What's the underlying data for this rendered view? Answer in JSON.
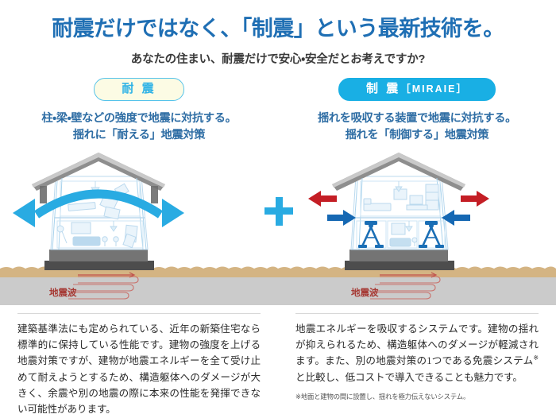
{
  "header": {
    "main_title": "耐震だけではなく、「制震」という最新技術を。",
    "sub_title": "あなたの住まい、耐震だけで安心・安全だとお考えですか?"
  },
  "columns": [
    {
      "badge_label": "耐 震",
      "badge_suffix": "",
      "lead_line1": "柱・梁・壁などの強度で地震に対抗する。",
      "lead_line2": "揺れに「耐える」地震対策",
      "seismic_wave_label": "地震波",
      "body": "建築基準法にも定められている、近年の新築住宅なら標準的に保持している性能です。建物の強度を上げる地震対策ですが、建物が地震エネルギーを全て受け止めて耐えようとするため、構造躯体へのダメージが大きく、余震や別の地震の際に本来の性能を発揮できない可能性があります。",
      "footnote": ""
    },
    {
      "badge_label": "制 震",
      "badge_suffix": "［MIRAIE］",
      "lead_line1": "揺れを吸収する装置で地震に対抗する。",
      "lead_line2": "揺れを「制御する」地震対策",
      "seismic_wave_label": "地震波",
      "body_part1": "地震エネルギーを吸収するシステムです。建物の揺れが抑えられるため、構造躯体へのダメージが軽減されます。また、別の地震対策の1つである免震システム",
      "body_sup": "※",
      "body_part2": "と比較し、低コストで導入できることも魅力です。",
      "footnote": "※地面と建物の間に設置し、揺れを極力伝えないシステム。"
    }
  ],
  "plus_sign": "+",
  "colors": {
    "title_blue": "#1F6FB4",
    "badge_cyan": "#19AFE4",
    "badge_cream": "#FCFBE4",
    "lead_blue": "#2E6DA4",
    "plus_cyan": "#29ABE2",
    "arc_arrow_cyan": "#29ABE2",
    "arrow_red": "#C41E25",
    "arrow_blue": "#1668B3",
    "damper_blue": "#1A6EB5",
    "ground_sand": "#D4B483",
    "ground_gray": "#CCCCCC",
    "foundation_gray": "#6E6E6E",
    "roof_gray": "#8E8E8E",
    "wave_red": "#C0504D",
    "body_text": "#2B2B2B"
  }
}
